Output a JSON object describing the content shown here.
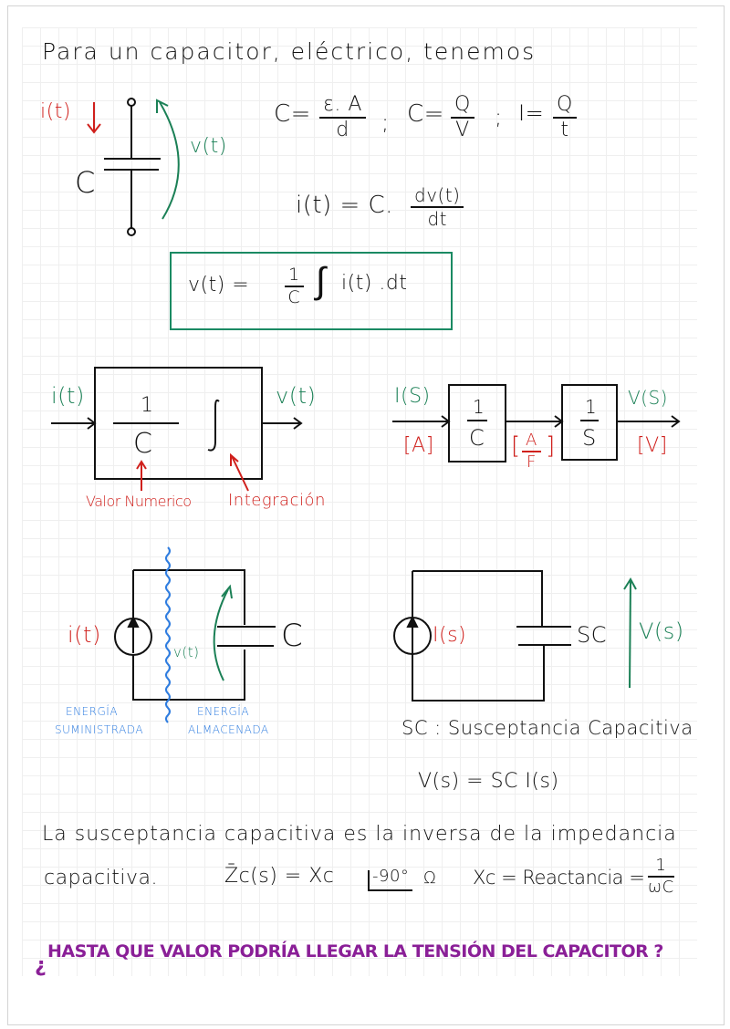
{
  "title": "Para un capacitor, eléctrico, tenemos",
  "colors": {
    "ink": "#111111",
    "red": "#d0201c",
    "green": "#1b8056",
    "blue": "#2f7de0",
    "purple": "#8a1f97",
    "grid": "#efefef"
  },
  "capacitor_symbol": {
    "current_label": "i(t)",
    "voltage_label": "v(t)",
    "cap_label": "C"
  },
  "formulas": {
    "cap_geom_lhs": "C=",
    "cap_geom_num": "ε. A",
    "cap_geom_den": "d",
    "sep1": ";",
    "cap_charge_lhs": "C=",
    "cap_charge_num": "Q",
    "cap_charge_den": "V",
    "sep2": ";",
    "current_lhs": "I=",
    "current_num": "Q",
    "current_den": "t",
    "diff_lhs": "i(t) = C.",
    "diff_num": "dv(t)",
    "diff_den": "dt"
  },
  "boxed_equation": {
    "lhs": "v(t) =",
    "frac_num": "1",
    "frac_den": "C",
    "integral": "∫",
    "rhs": "i(t) .dt"
  },
  "block_diagram_time": {
    "input": "i(t)",
    "output": "v(t)",
    "frac_num": "1",
    "frac_den": "C",
    "integral": "∫",
    "annot_value": "Valor Numerico",
    "annot_integration": "Integración"
  },
  "block_diagram_laplace": {
    "input": "I(S)",
    "output": "V(S)",
    "block1_num": "1",
    "block1_den": "C",
    "block2_num": "1",
    "block2_den": "S",
    "unit_in": "[A]",
    "unit_mid_num": "A",
    "unit_mid_den": "F",
    "unit_out": "[V]"
  },
  "circuit_time": {
    "source_label": "i(t)",
    "voltage_label": "v(t)",
    "cap_label": "C",
    "energy_left_1": "ENERGÍA",
    "energy_left_2": "SUMINISTRADA",
    "energy_right_1": "ENERGÍA",
    "energy_right_2": "ALMACENADA"
  },
  "circuit_laplace": {
    "source_label": "I(s)",
    "cap_label": "SC",
    "voltage_label": "V(s)",
    "definition": "SC : Susceptancia Capacitiva",
    "relation": "V(s) = SC I(s)"
  },
  "paragraph": {
    "line1": "La susceptancia capacitiva es la inversa de la impedancia",
    "line2_start": "capacitiva.",
    "impedance_lhs": "Z̄c(s) = Xc",
    "impedance_angle": "-90°",
    "impedance_unit": "Ω",
    "reactance_lhs": "Xc = Reactancia =",
    "reactance_num": "1",
    "reactance_den": "ωC"
  },
  "question": {
    "open_mark": "¿",
    "text": "HASTA QUE VALOR PODRÍA LLEGAR LA TENSIÓN DEL CAPACITOR ?"
  }
}
